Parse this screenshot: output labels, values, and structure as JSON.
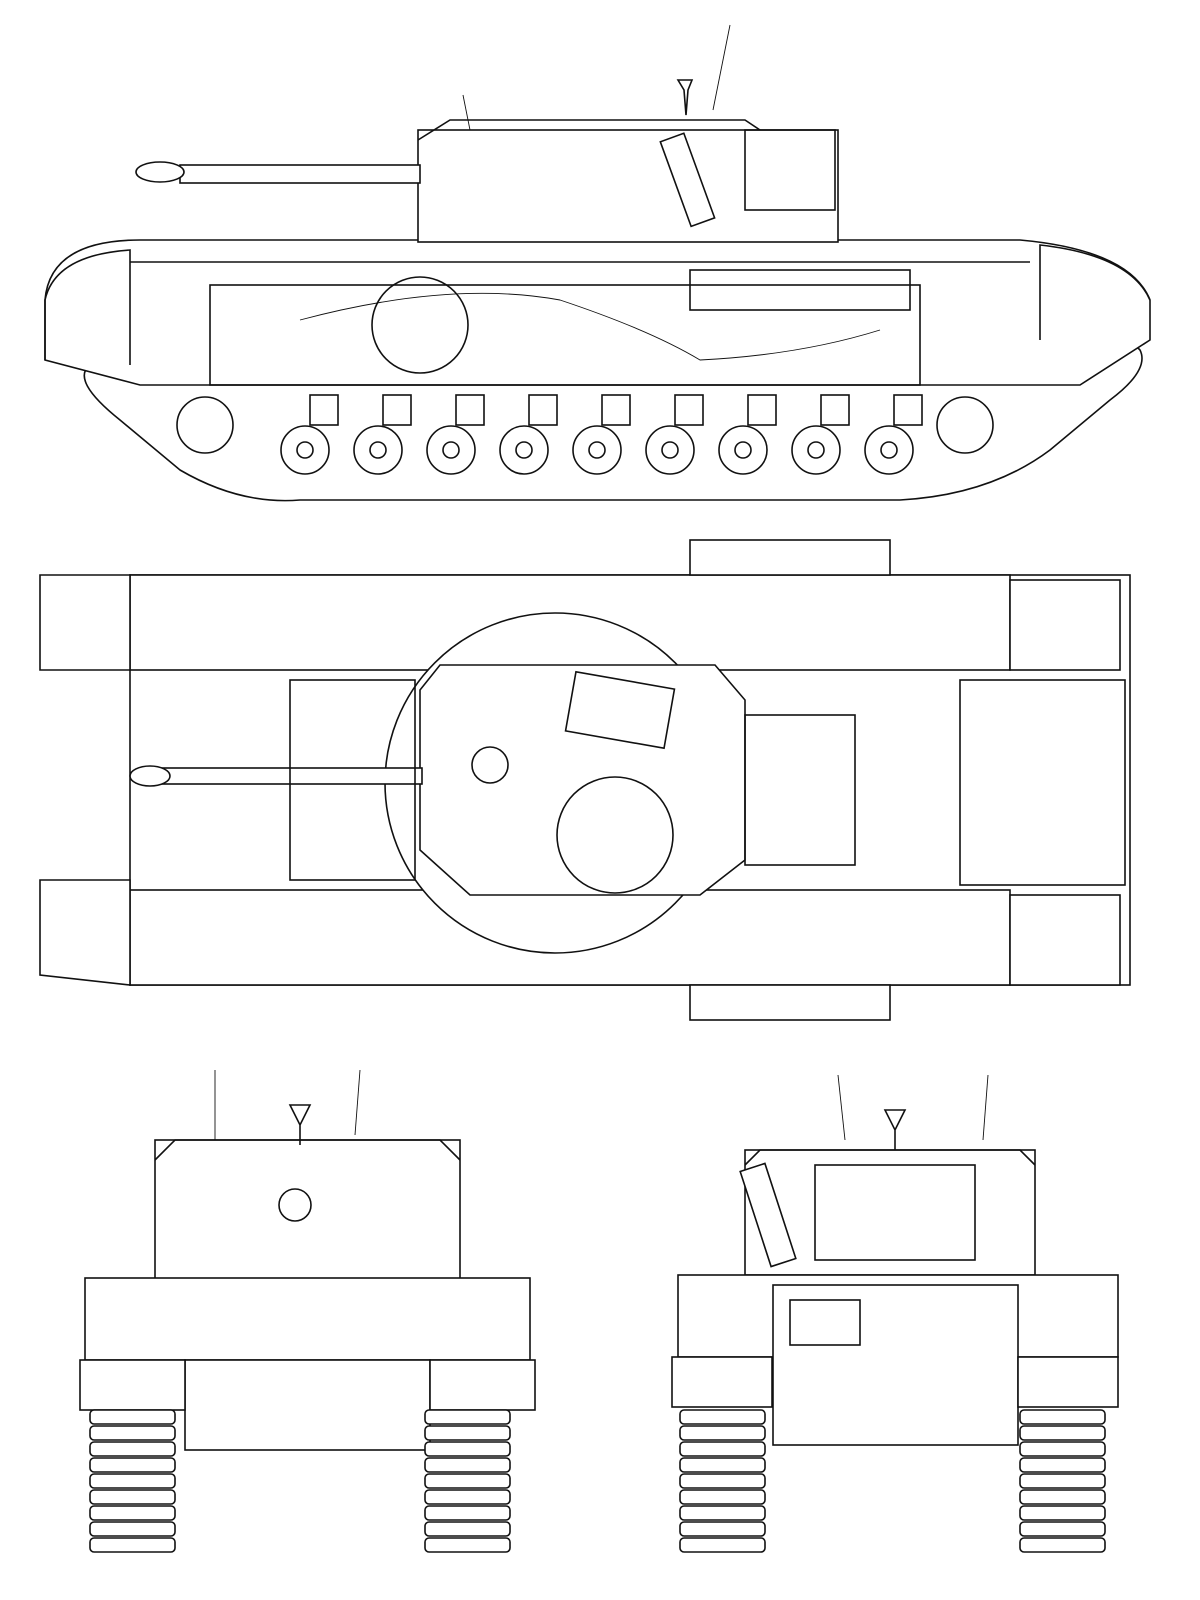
{
  "colors": {
    "ink": "#111111",
    "paper": "#ffffff"
  },
  "views": [
    "side-view",
    "top-view",
    "front-view",
    "rear-view"
  ]
}
